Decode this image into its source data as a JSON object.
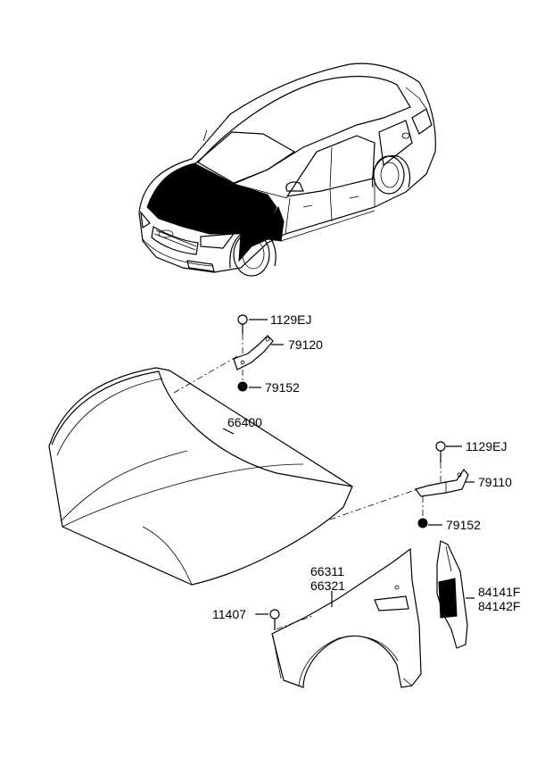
{
  "parts": {
    "p1129ej_a": "1129EJ",
    "p79120": "79120",
    "p79152_a": "79152",
    "p66400": "66400",
    "p1129ej_b": "1129EJ",
    "p79110": "79110",
    "p79152_b": "79152",
    "p66311": "66311",
    "p66321": "66321",
    "p11407": "11407",
    "p84141f": "84141F",
    "p84142f": "84142F"
  }
}
